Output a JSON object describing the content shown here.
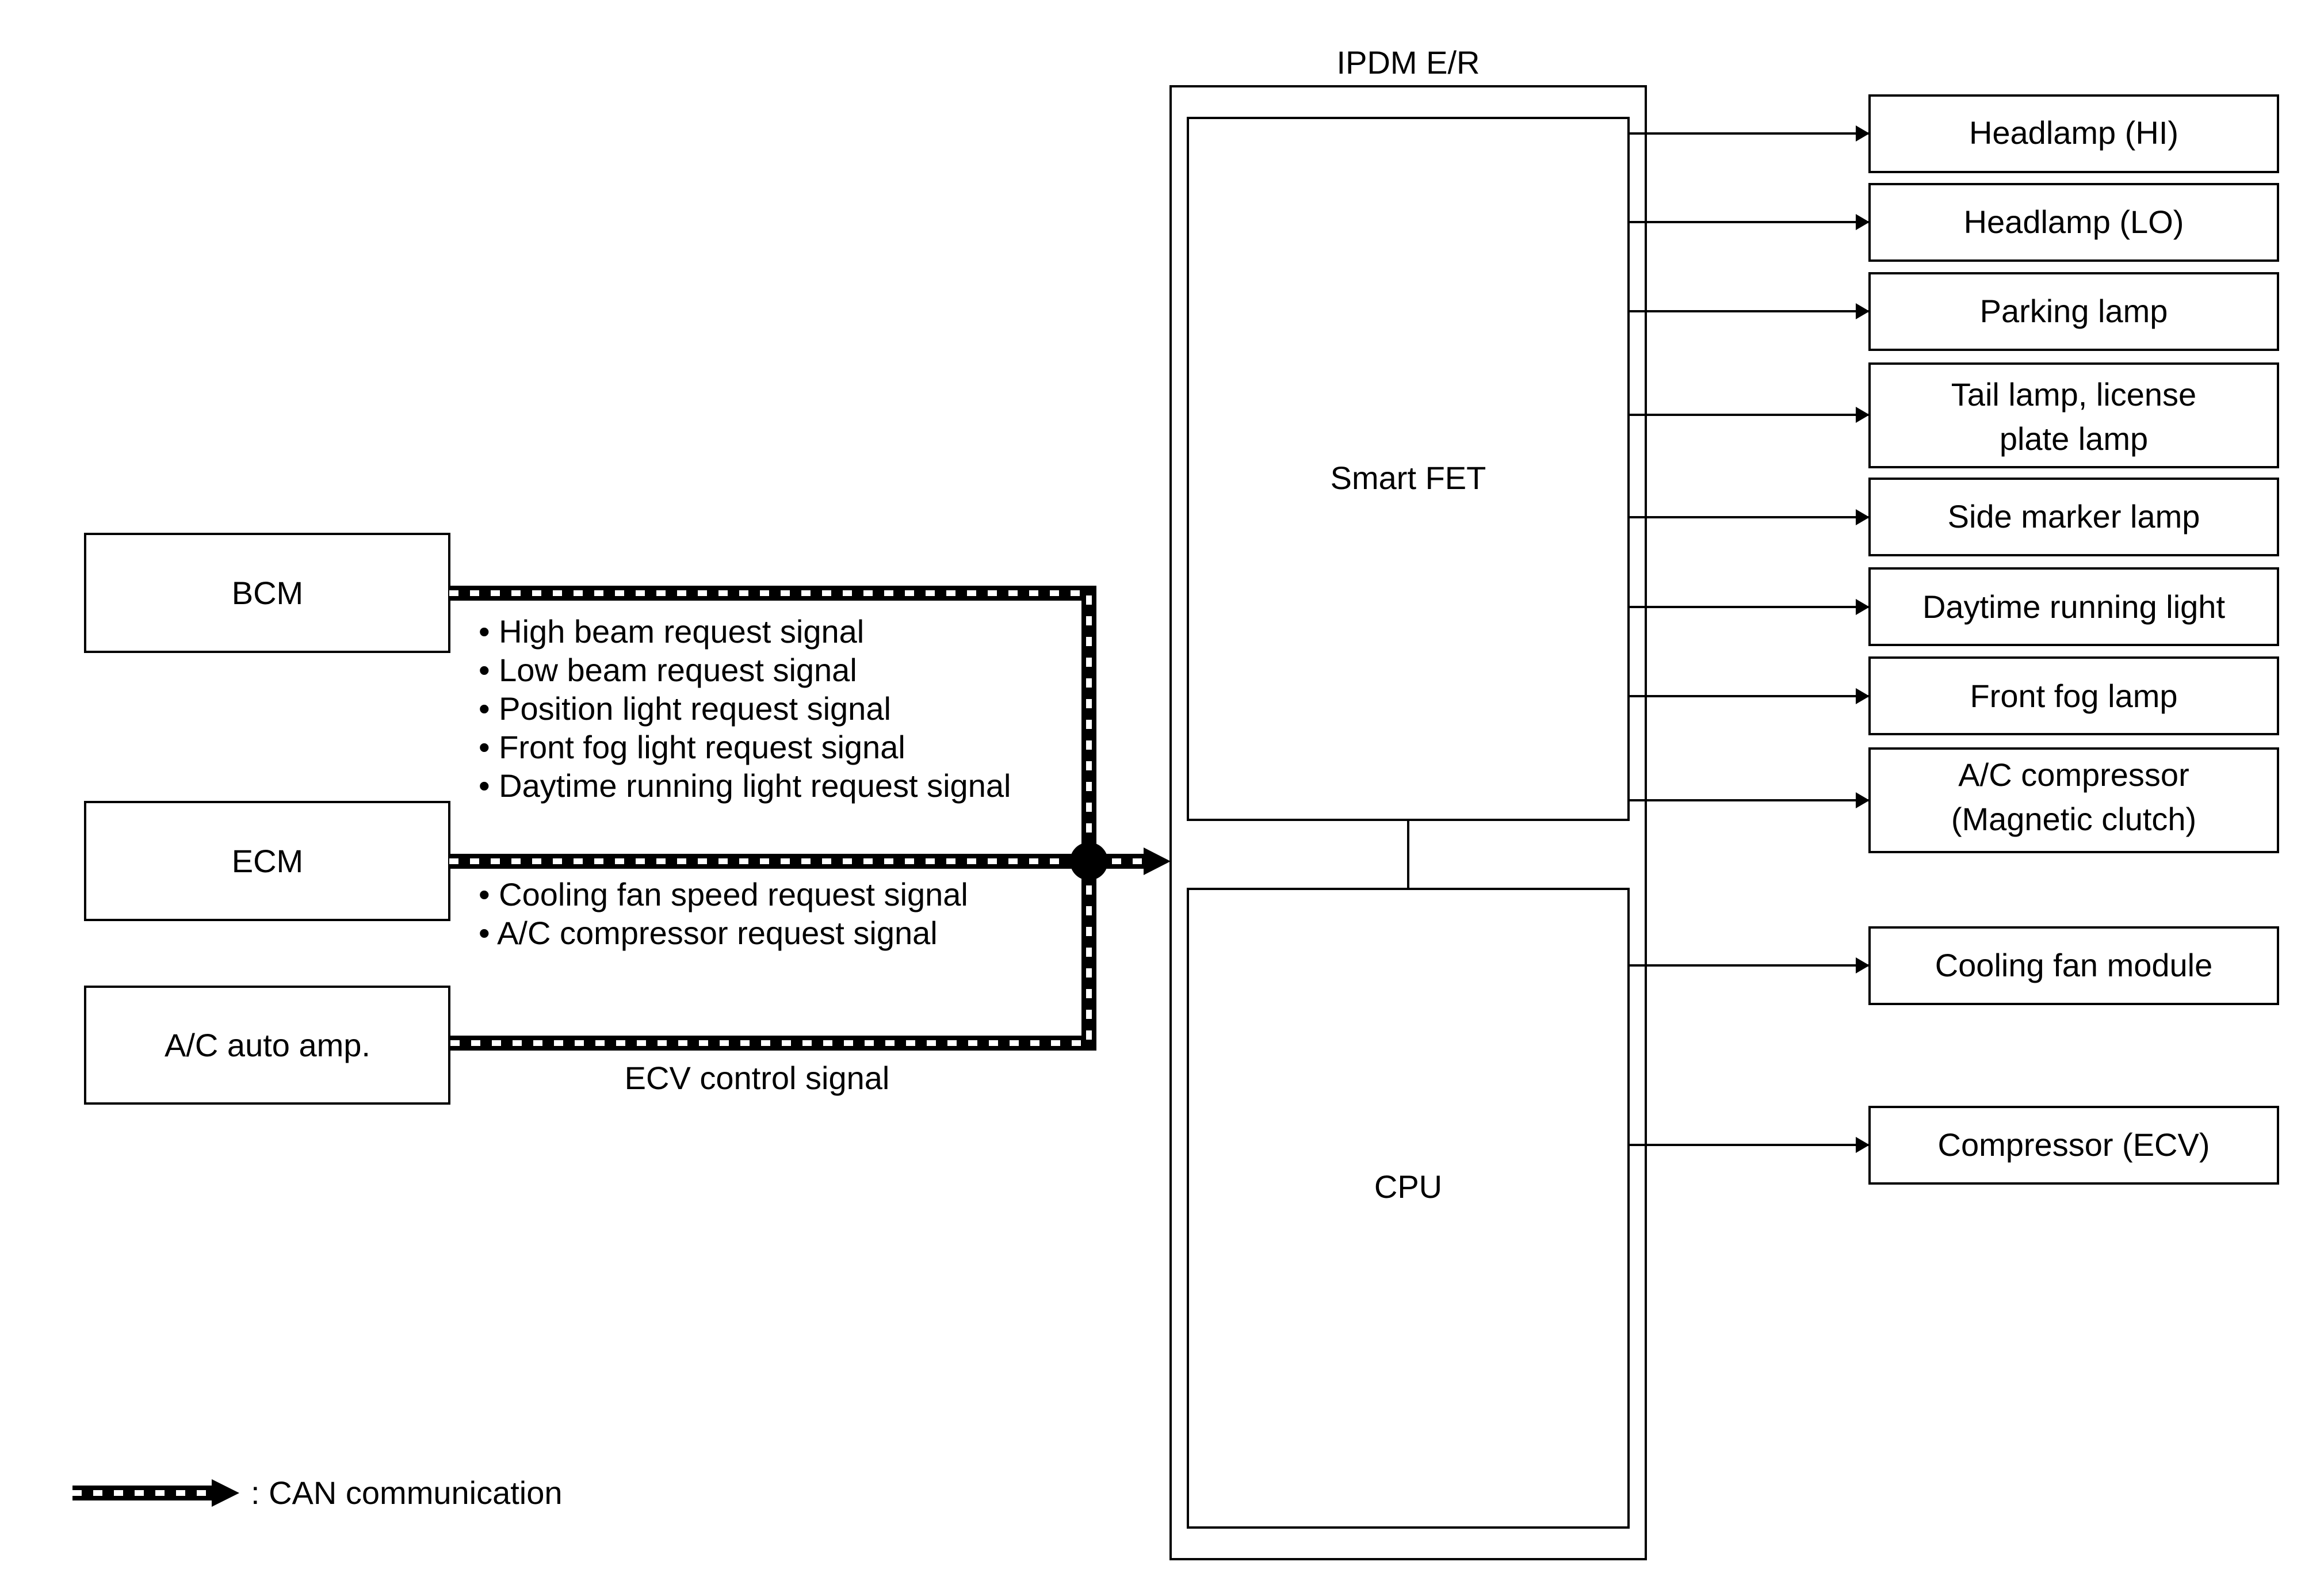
{
  "ipdm": {
    "title": "IPDM E/R",
    "smart_fet": "Smart FET",
    "cpu": "CPU"
  },
  "inputs": {
    "bcm": "BCM",
    "ecm": "ECM",
    "ac_amp": "A/C auto amp."
  },
  "signals": {
    "bcm": [
      "• High beam request signal",
      "• Low beam request signal",
      "• Position light request signal",
      "• Front fog light request signal",
      "• Daytime running light request signal"
    ],
    "ecm": [
      "• Cooling fan speed request signal",
      "• A/C compressor request signal"
    ],
    "ac_amp": "ECV control signal"
  },
  "outputs": [
    [
      "Headlamp (HI)"
    ],
    [
      "Headlamp (LO)"
    ],
    [
      "Parking lamp"
    ],
    [
      "Tail lamp, license",
      "plate lamp"
    ],
    [
      "Side marker lamp"
    ],
    [
      "Daytime running light"
    ],
    [
      "Front fog lamp"
    ],
    [
      "A/C compressor",
      "(Magnetic clutch)"
    ],
    [
      "Cooling fan module"
    ],
    [
      "Compressor (ECV)"
    ]
  ],
  "legend": {
    "label": ": CAN communication"
  }
}
